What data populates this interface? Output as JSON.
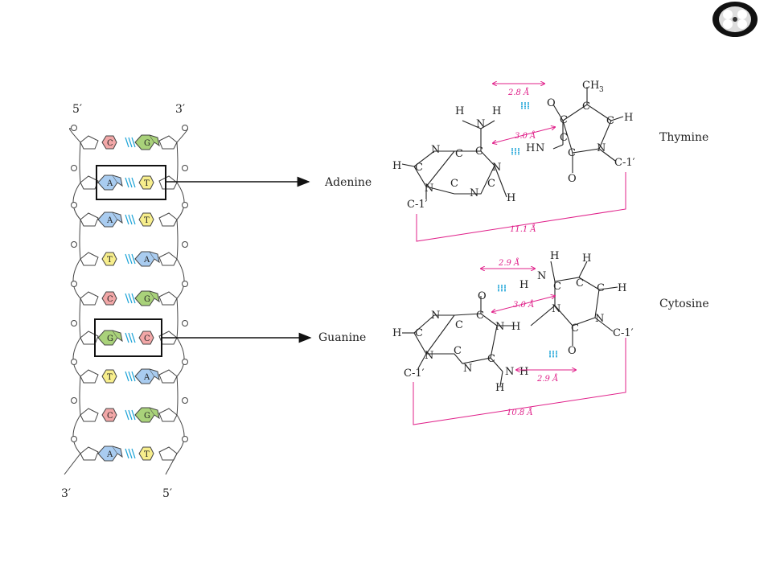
{
  "helix": {
    "top_left_label": "5′",
    "top_right_label": "3′",
    "bottom_left_label": "3′",
    "bottom_right_label": "5′",
    "pairs": [
      {
        "left": "C",
        "right": "G"
      },
      {
        "left": "A",
        "right": "T"
      },
      {
        "left": "A",
        "right": "T"
      },
      {
        "left": "T",
        "right": "A"
      },
      {
        "left": "C",
        "right": "G"
      },
      {
        "left": "G",
        "right": "C"
      },
      {
        "left": "T",
        "right": "A"
      },
      {
        "left": "C",
        "right": "G"
      },
      {
        "left": "A",
        "right": "T"
      }
    ]
  },
  "callouts": {
    "adenine": "Adenine",
    "guanine": "Guanine",
    "thymine": "Thymine",
    "cytosine": "Cytosine"
  },
  "at_pair": {
    "d1": "2.8 Å",
    "d2": "3.0 Å",
    "span": "11.1 Å",
    "methyl": "CH3",
    "c1_left": "C-1′",
    "c1_right": "C-1′"
  },
  "gc_pair": {
    "d1": "2.9 Å",
    "d2": "3.0 Å",
    "d3": "2.9 Å",
    "span": "10.8 Å",
    "c1_left": "C-1′",
    "c1_right": "C-1′"
  },
  "colors": {
    "C": "#f2a7a7",
    "G": "#a9d27a",
    "A": "#a9ccf0",
    "T": "#f7ee8c",
    "dimension": "#e0218a",
    "hbond": "#1fa5d8"
  },
  "logo": {
    "icon": "flower-emblem-icon"
  }
}
